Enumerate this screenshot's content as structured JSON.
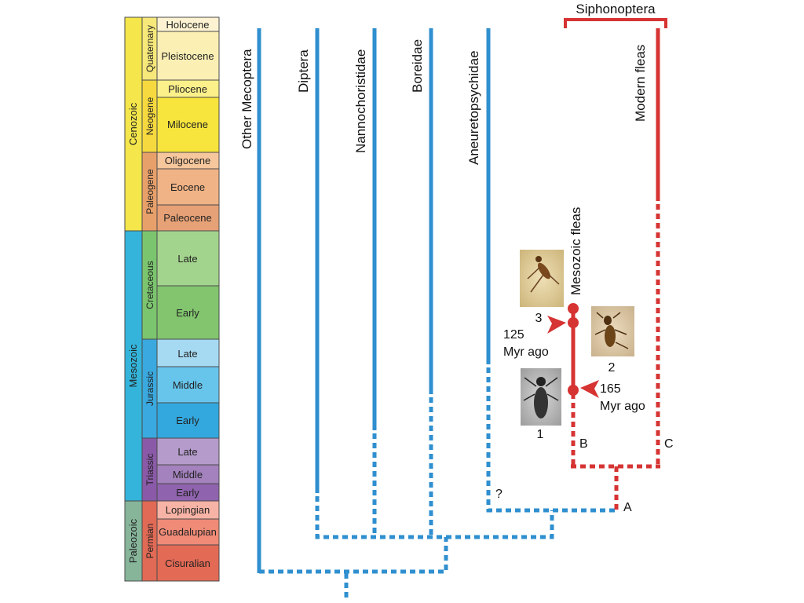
{
  "colors": {
    "blue": "#2f8fcf",
    "red": "#d63333",
    "border": "#4a4a4a"
  },
  "timescale": {
    "eras": [
      {
        "key": "cenozoic",
        "label": "Cenozoic",
        "color": "#f4e64b"
      },
      {
        "key": "mesozoic",
        "label": "Mesozoic",
        "color": "#34b4da"
      },
      {
        "key": "paleozoic",
        "label": "Paleozoic",
        "color": "#86b59a"
      }
    ],
    "periods": [
      {
        "key": "quaternary",
        "label": "Quaternary",
        "color": "#f7e87a"
      },
      {
        "key": "neogene",
        "label": "Neogene",
        "color": "#f6d93e"
      },
      {
        "key": "paleogene",
        "label": "Paleogene",
        "color": "#e8a06a"
      },
      {
        "key": "cretaceous",
        "label": "Cretaceous",
        "color": "#7cc56f"
      },
      {
        "key": "jurassic",
        "label": "Jurassic",
        "color": "#3aa9df"
      },
      {
        "key": "triassic",
        "label": "Triassic",
        "color": "#8a5aa8"
      },
      {
        "key": "permian",
        "label": "Permian",
        "color": "#e06a55"
      }
    ],
    "epochs": [
      {
        "key": "holocene",
        "label": "Holocene",
        "color": "#fdf3d2"
      },
      {
        "key": "pleistocene",
        "label": "Pleistocene",
        "color": "#fbefb4"
      },
      {
        "key": "pliocene",
        "label": "Pliocene",
        "color": "#fbf08a"
      },
      {
        "key": "miocene",
        "label": "Milocene",
        "color": "#f7e43c"
      },
      {
        "key": "oligocene",
        "label": "Oligocene",
        "color": "#f6c79c"
      },
      {
        "key": "eocene",
        "label": "Eocene",
        "color": "#f0b386"
      },
      {
        "key": "paleocene",
        "label": "Paleocene",
        "color": "#e6a176"
      },
      {
        "key": "late-cretaceous",
        "label": "Late",
        "color": "#a3d48d"
      },
      {
        "key": "early-cretaceous",
        "label": "Early",
        "color": "#82c56e"
      },
      {
        "key": "late-jurassic",
        "label": "Late",
        "color": "#a6daf3"
      },
      {
        "key": "middle-jurassic",
        "label": "Middle",
        "color": "#67c5ec"
      },
      {
        "key": "early-jurassic",
        "label": "Early",
        "color": "#33a8de"
      },
      {
        "key": "late-triassic",
        "label": "Late",
        "color": "#b59bcb"
      },
      {
        "key": "middle-triassic",
        "label": "Middle",
        "color": "#a482bd"
      },
      {
        "key": "early-triassic",
        "label": "Early",
        "color": "#8f63ad"
      },
      {
        "key": "lopingian",
        "label": "Lopingian",
        "color": "#f7b3a5"
      },
      {
        "key": "guadalupian",
        "label": "Guadalupian",
        "color": "#ef8b77"
      },
      {
        "key": "cisuralian",
        "label": "Cisuralian",
        "color": "#e36a55"
      }
    ]
  },
  "taxa": [
    {
      "key": "other-mecoptera",
      "label": "Other Mecoptera"
    },
    {
      "key": "diptera",
      "label": "Diptera"
    },
    {
      "key": "nannochoristidae",
      "label": "Nannochoristidae"
    },
    {
      "key": "boreidae",
      "label": "Boreidae"
    },
    {
      "key": "aneuretopsychidae",
      "label": "Aneuretopsychidae"
    },
    {
      "key": "modern-fleas",
      "label": "Modern fleas"
    }
  ],
  "siphonoptera_label": "Siphonoptera",
  "mesozoic_fleas_label": "Mesozoic fleas",
  "question_mark": "?",
  "node_labels": {
    "a": "A",
    "b": "B",
    "c": "C"
  },
  "fossils": [
    {
      "key": "fossil-3",
      "number": "3"
    },
    {
      "key": "fossil-2",
      "number": "2"
    },
    {
      "key": "fossil-1",
      "number": "1"
    }
  ],
  "ages": {
    "age_125_line1": "125",
    "age_125_line2": "Myr ago",
    "age_165_line1": "165",
    "age_165_line2": "Myr ago"
  }
}
